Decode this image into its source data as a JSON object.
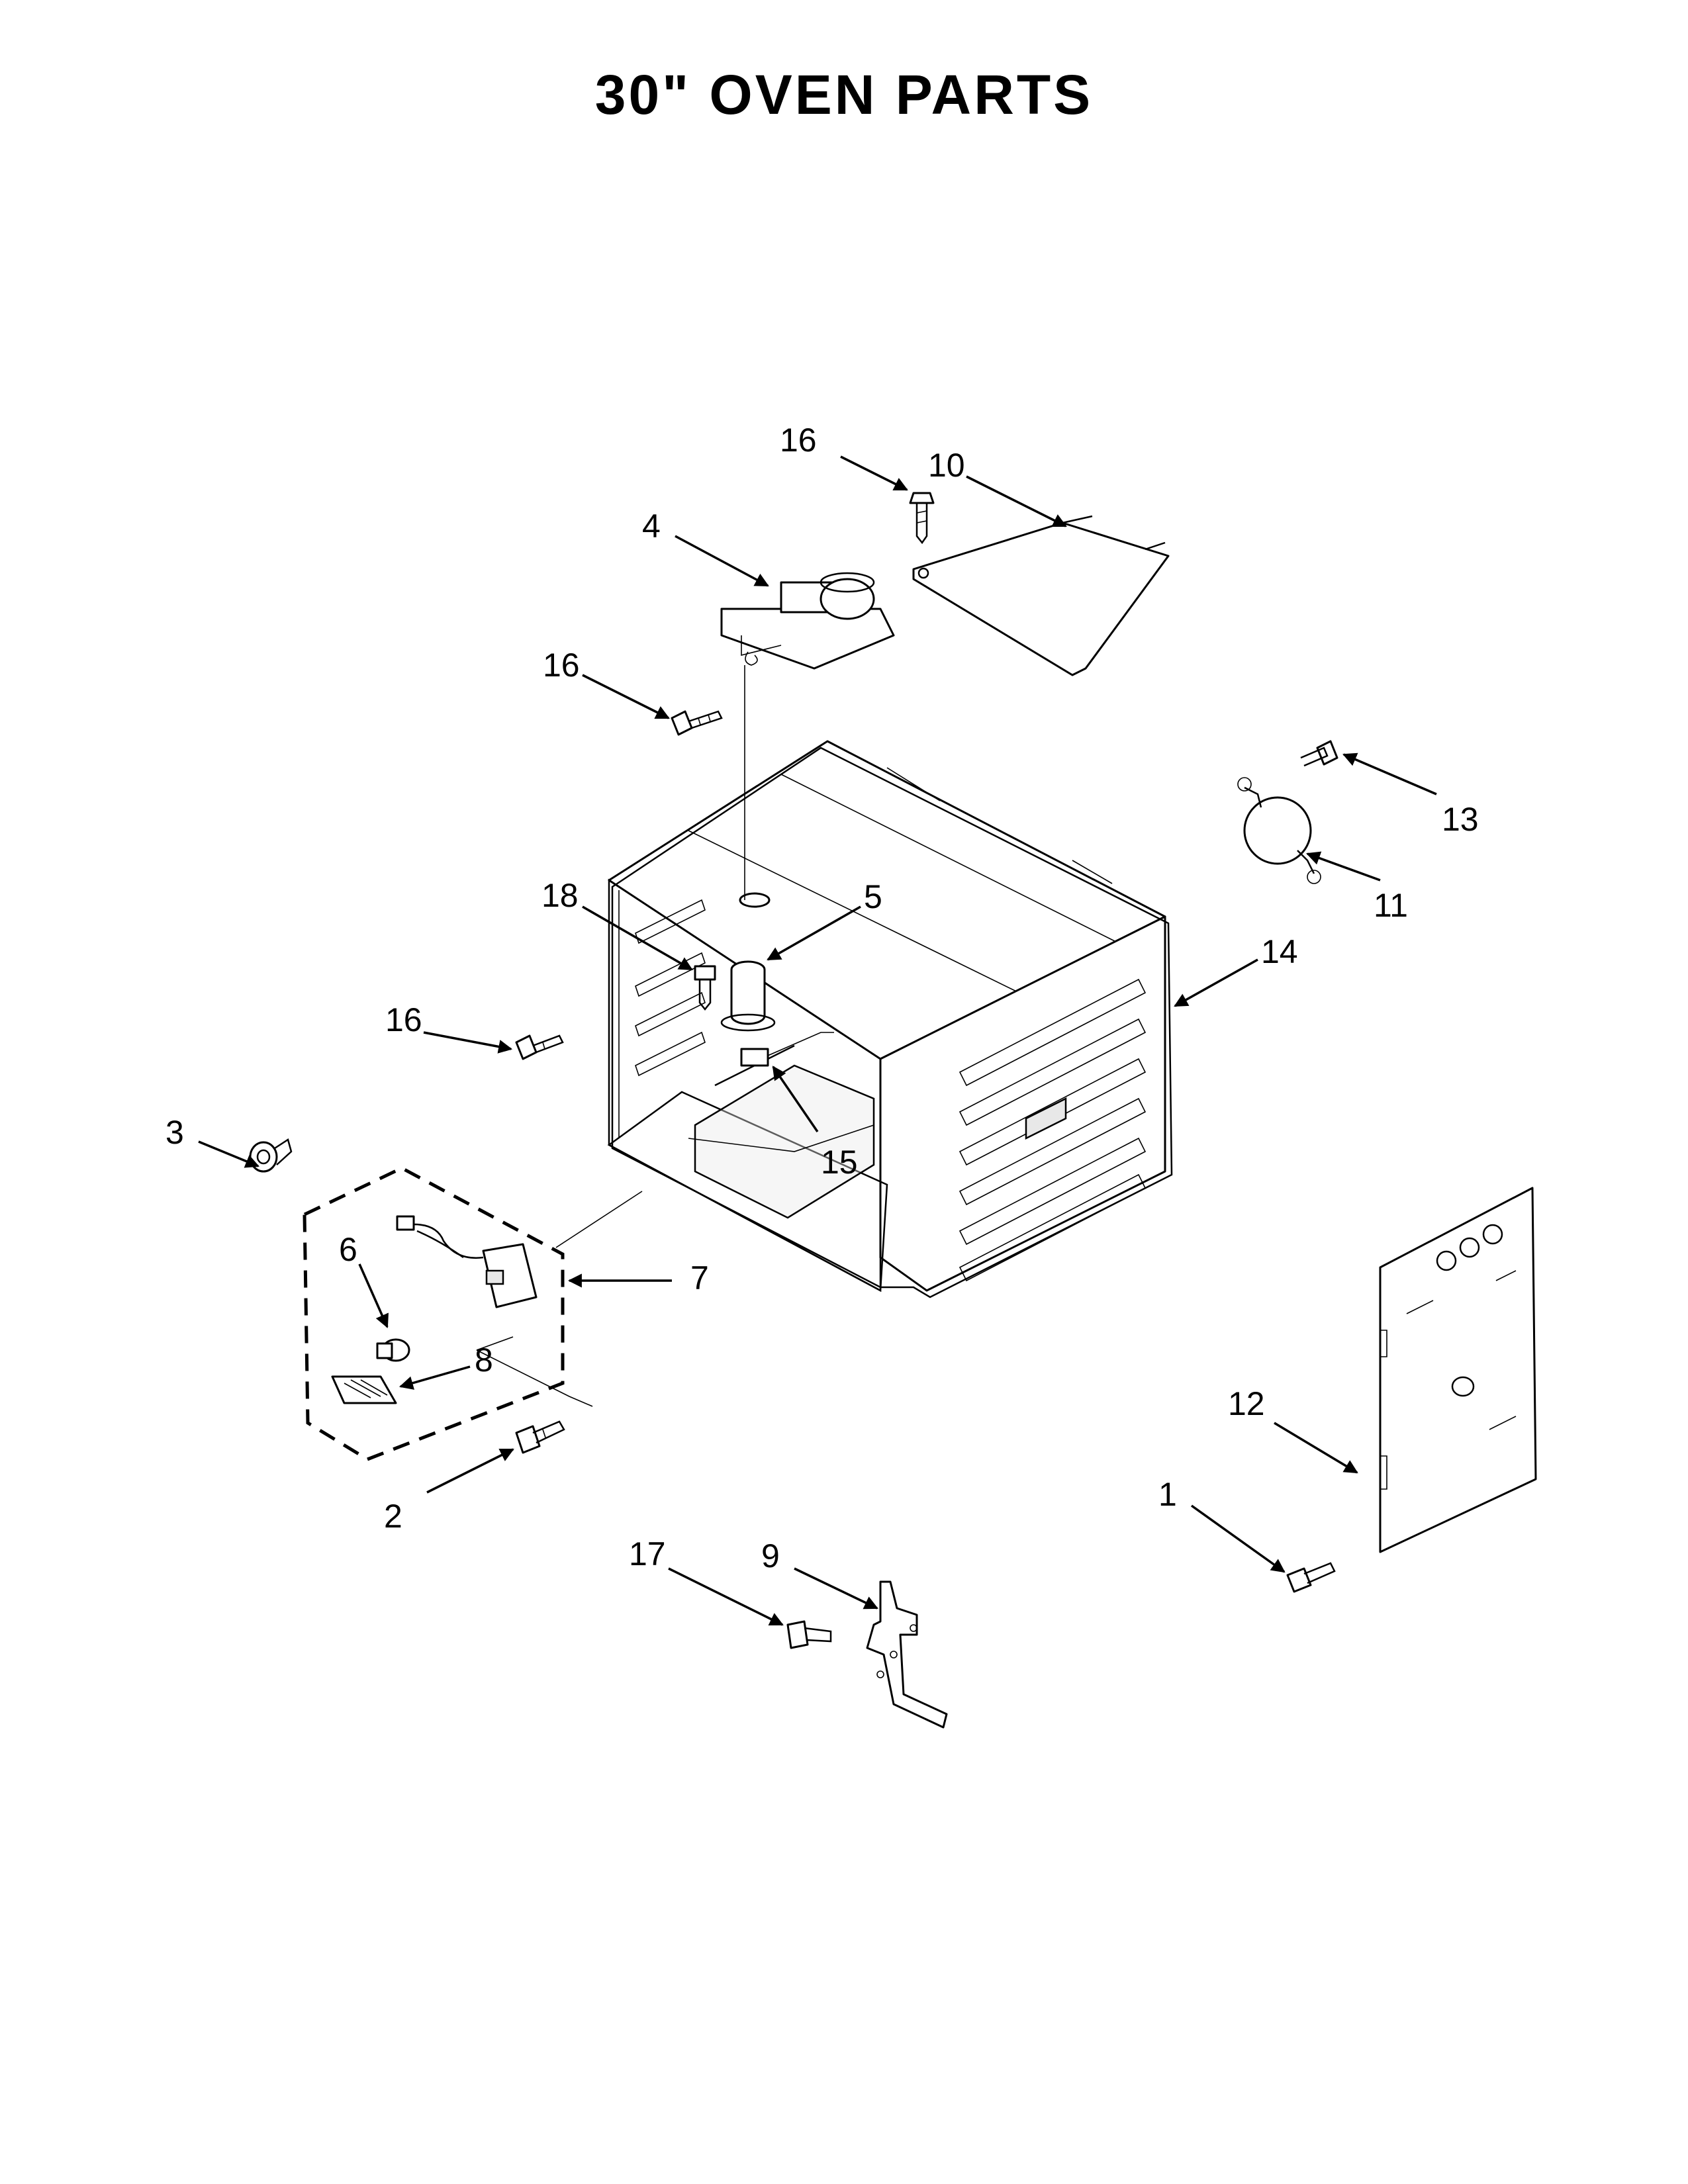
{
  "title": "30\" OVEN PARTS",
  "callouts": [
    {
      "id": "c16a",
      "label": "16"
    },
    {
      "id": "c10",
      "label": "10"
    },
    {
      "id": "c4",
      "label": "4"
    },
    {
      "id": "c16b",
      "label": "16"
    },
    {
      "id": "c13",
      "label": "13"
    },
    {
      "id": "c11",
      "label": "11"
    },
    {
      "id": "c18",
      "label": "18"
    },
    {
      "id": "c5",
      "label": "5"
    },
    {
      "id": "c14",
      "label": "14"
    },
    {
      "id": "c16c",
      "label": "16"
    },
    {
      "id": "c3",
      "label": "3"
    },
    {
      "id": "c15",
      "label": "15"
    },
    {
      "id": "c6",
      "label": "6"
    },
    {
      "id": "c7",
      "label": "7"
    },
    {
      "id": "c8",
      "label": "8"
    },
    {
      "id": "c12",
      "label": "12"
    },
    {
      "id": "c2",
      "label": "2"
    },
    {
      "id": "c1",
      "label": "1"
    },
    {
      "id": "c17",
      "label": "17"
    },
    {
      "id": "c9",
      "label": "9"
    }
  ]
}
